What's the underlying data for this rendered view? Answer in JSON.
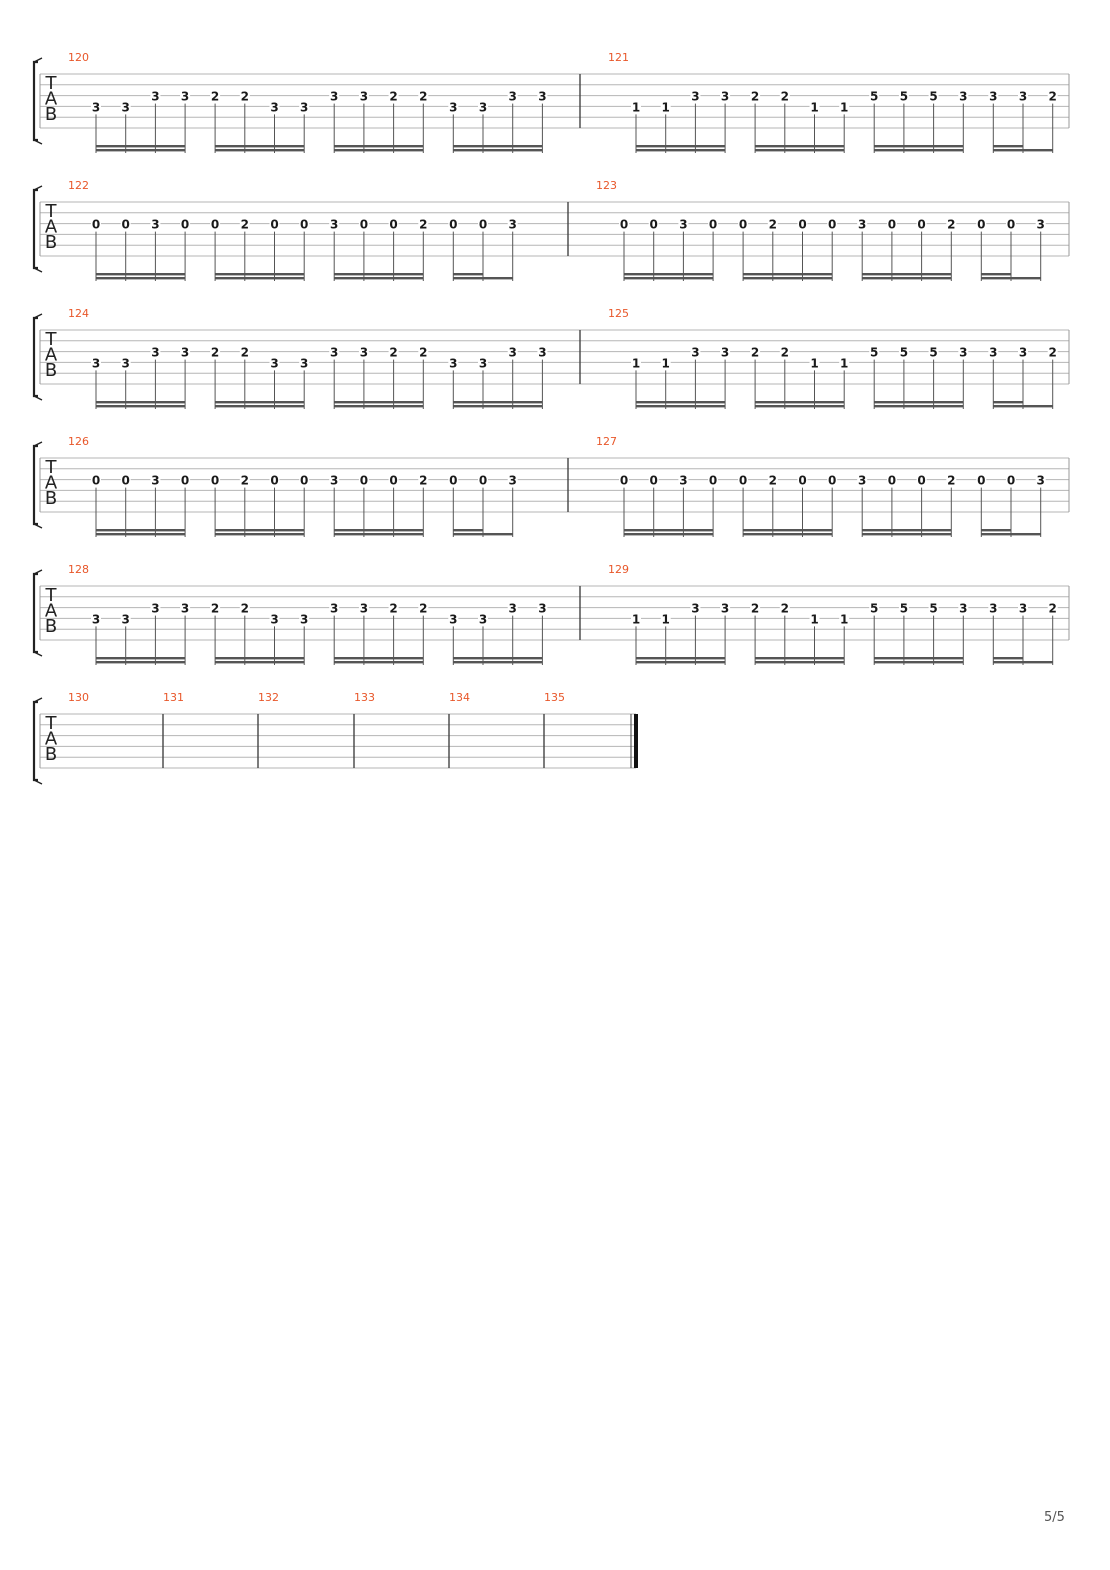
{
  "page_number": "5/5",
  "systems": [
    {
      "measures": [
        {
          "number": "120",
          "notes": [
            {
              "fret": "3",
              "string": 4
            },
            {
              "fret": "3",
              "string": 4
            },
            {
              "fret": "3",
              "string": 3
            },
            {
              "fret": "3",
              "string": 3
            },
            {
              "fret": "2",
              "string": 3
            },
            {
              "fret": "2",
              "string": 3
            },
            {
              "fret": "3",
              "string": 4
            },
            {
              "fret": "3",
              "string": 4
            },
            {
              "fret": "3",
              "string": 3
            },
            {
              "fret": "3",
              "string": 3
            },
            {
              "fret": "2",
              "string": 3
            },
            {
              "fret": "2",
              "string": 3
            },
            {
              "fret": "3",
              "string": 4
            },
            {
              "fret": "3",
              "string": 4
            },
            {
              "fret": "3",
              "string": 3
            },
            {
              "fret": "3",
              "string": 3
            }
          ]
        },
        {
          "number": "121",
          "notes": [
            {
              "fret": "1",
              "string": 4
            },
            {
              "fret": "1",
              "string": 4
            },
            {
              "fret": "3",
              "string": 3
            },
            {
              "fret": "3",
              "string": 3
            },
            {
              "fret": "2",
              "string": 3
            },
            {
              "fret": "2",
              "string": 3
            },
            {
              "fret": "1",
              "string": 4
            },
            {
              "fret": "1",
              "string": 4
            },
            {
              "fret": "5",
              "string": 3
            },
            {
              "fret": "5",
              "string": 3
            },
            {
              "fret": "5",
              "string": 3
            },
            {
              "fret": "3",
              "string": 3
            },
            {
              "fret": "3",
              "string": 3
            },
            {
              "fret": "3",
              "string": 3
            },
            {
              "fret": "2",
              "string": 3
            }
          ]
        }
      ]
    },
    {
      "measures": [
        {
          "number": "122",
          "notes": [
            {
              "fret": "0",
              "string": 3
            },
            {
              "fret": "0",
              "string": 3
            },
            {
              "fret": "3",
              "string": 3
            },
            {
              "fret": "0",
              "string": 3
            },
            {
              "fret": "0",
              "string": 3
            },
            {
              "fret": "2",
              "string": 3
            },
            {
              "fret": "0",
              "string": 3
            },
            {
              "fret": "0",
              "string": 3
            },
            {
              "fret": "3",
              "string": 3
            },
            {
              "fret": "0",
              "string": 3
            },
            {
              "fret": "0",
              "string": 3
            },
            {
              "fret": "2",
              "string": 3
            },
            {
              "fret": "0",
              "string": 3
            },
            {
              "fret": "0",
              "string": 3
            },
            {
              "fret": "3",
              "string": 3
            }
          ]
        },
        {
          "number": "123",
          "notes": [
            {
              "fret": "0",
              "string": 3
            },
            {
              "fret": "0",
              "string": 3
            },
            {
              "fret": "3",
              "string": 3
            },
            {
              "fret": "0",
              "string": 3
            },
            {
              "fret": "0",
              "string": 3
            },
            {
              "fret": "2",
              "string": 3
            },
            {
              "fret": "0",
              "string": 3
            },
            {
              "fret": "0",
              "string": 3
            },
            {
              "fret": "3",
              "string": 3
            },
            {
              "fret": "0",
              "string": 3
            },
            {
              "fret": "0",
              "string": 3
            },
            {
              "fret": "2",
              "string": 3
            },
            {
              "fret": "0",
              "string": 3
            },
            {
              "fret": "0",
              "string": 3
            },
            {
              "fret": "3",
              "string": 3
            }
          ]
        }
      ]
    },
    {
      "measures": [
        {
          "number": "124",
          "notes": [
            {
              "fret": "3",
              "string": 4
            },
            {
              "fret": "3",
              "string": 4
            },
            {
              "fret": "3",
              "string": 3
            },
            {
              "fret": "3",
              "string": 3
            },
            {
              "fret": "2",
              "string": 3
            },
            {
              "fret": "2",
              "string": 3
            },
            {
              "fret": "3",
              "string": 4
            },
            {
              "fret": "3",
              "string": 4
            },
            {
              "fret": "3",
              "string": 3
            },
            {
              "fret": "3",
              "string": 3
            },
            {
              "fret": "2",
              "string": 3
            },
            {
              "fret": "2",
              "string": 3
            },
            {
              "fret": "3",
              "string": 4
            },
            {
              "fret": "3",
              "string": 4
            },
            {
              "fret": "3",
              "string": 3
            },
            {
              "fret": "3",
              "string": 3
            }
          ]
        },
        {
          "number": "125",
          "notes": [
            {
              "fret": "1",
              "string": 4
            },
            {
              "fret": "1",
              "string": 4
            },
            {
              "fret": "3",
              "string": 3
            },
            {
              "fret": "3",
              "string": 3
            },
            {
              "fret": "2",
              "string": 3
            },
            {
              "fret": "2",
              "string": 3
            },
            {
              "fret": "1",
              "string": 4
            },
            {
              "fret": "1",
              "string": 4
            },
            {
              "fret": "5",
              "string": 3
            },
            {
              "fret": "5",
              "string": 3
            },
            {
              "fret": "5",
              "string": 3
            },
            {
              "fret": "3",
              "string": 3
            },
            {
              "fret": "3",
              "string": 3
            },
            {
              "fret": "3",
              "string": 3
            },
            {
              "fret": "2",
              "string": 3
            }
          ]
        }
      ]
    },
    {
      "measures": [
        {
          "number": "126",
          "notes": [
            {
              "fret": "0",
              "string": 3
            },
            {
              "fret": "0",
              "string": 3
            },
            {
              "fret": "3",
              "string": 3
            },
            {
              "fret": "0",
              "string": 3
            },
            {
              "fret": "0",
              "string": 3
            },
            {
              "fret": "2",
              "string": 3
            },
            {
              "fret": "0",
              "string": 3
            },
            {
              "fret": "0",
              "string": 3
            },
            {
              "fret": "3",
              "string": 3
            },
            {
              "fret": "0",
              "string": 3
            },
            {
              "fret": "0",
              "string": 3
            },
            {
              "fret": "2",
              "string": 3
            },
            {
              "fret": "0",
              "string": 3
            },
            {
              "fret": "0",
              "string": 3
            },
            {
              "fret": "3",
              "string": 3
            }
          ]
        },
        {
          "number": "127",
          "notes": [
            {
              "fret": "0",
              "string": 3
            },
            {
              "fret": "0",
              "string": 3
            },
            {
              "fret": "3",
              "string": 3
            },
            {
              "fret": "0",
              "string": 3
            },
            {
              "fret": "0",
              "string": 3
            },
            {
              "fret": "2",
              "string": 3
            },
            {
              "fret": "0",
              "string": 3
            },
            {
              "fret": "0",
              "string": 3
            },
            {
              "fret": "3",
              "string": 3
            },
            {
              "fret": "0",
              "string": 3
            },
            {
              "fret": "0",
              "string": 3
            },
            {
              "fret": "2",
              "string": 3
            },
            {
              "fret": "0",
              "string": 3
            },
            {
              "fret": "0",
              "string": 3
            },
            {
              "fret": "3",
              "string": 3
            }
          ]
        }
      ]
    },
    {
      "measures": [
        {
          "number": "128",
          "notes": [
            {
              "fret": "3",
              "string": 4
            },
            {
              "fret": "3",
              "string": 4
            },
            {
              "fret": "3",
              "string": 3
            },
            {
              "fret": "3",
              "string": 3
            },
            {
              "fret": "2",
              "string": 3
            },
            {
              "fret": "2",
              "string": 3
            },
            {
              "fret": "3",
              "string": 4
            },
            {
              "fret": "3",
              "string": 4
            },
            {
              "fret": "3",
              "string": 3
            },
            {
              "fret": "3",
              "string": 3
            },
            {
              "fret": "2",
              "string": 3
            },
            {
              "fret": "2",
              "string": 3
            },
            {
              "fret": "3",
              "string": 4
            },
            {
              "fret": "3",
              "string": 4
            },
            {
              "fret": "3",
              "string": 3
            },
            {
              "fret": "3",
              "string": 3
            }
          ]
        },
        {
          "number": "129",
          "notes": [
            {
              "fret": "1",
              "string": 4
            },
            {
              "fret": "1",
              "string": 4
            },
            {
              "fret": "3",
              "string": 3
            },
            {
              "fret": "3",
              "string": 3
            },
            {
              "fret": "2",
              "string": 3
            },
            {
              "fret": "2",
              "string": 3
            },
            {
              "fret": "1",
              "string": 4
            },
            {
              "fret": "1",
              "string": 4
            },
            {
              "fret": "5",
              "string": 3
            },
            {
              "fret": "5",
              "string": 3
            },
            {
              "fret": "5",
              "string": 3
            },
            {
              "fret": "3",
              "string": 3
            },
            {
              "fret": "3",
              "string": 3
            },
            {
              "fret": "3",
              "string": 3
            },
            {
              "fret": "2",
              "string": 3
            }
          ]
        }
      ]
    },
    {
      "measures": [
        {
          "number": "130",
          "notes": []
        },
        {
          "number": "131",
          "notes": []
        },
        {
          "number": "132",
          "notes": []
        },
        {
          "number": "133",
          "notes": []
        },
        {
          "number": "134",
          "notes": []
        },
        {
          "number": "135",
          "notes": []
        }
      ]
    }
  ],
  "clef": {
    "t": "T",
    "a": "A",
    "b": "B"
  },
  "colors": {
    "measure_number": "#e8572a",
    "staff_line": "#b5b5b5",
    "ink": "#1a1a1a"
  }
}
